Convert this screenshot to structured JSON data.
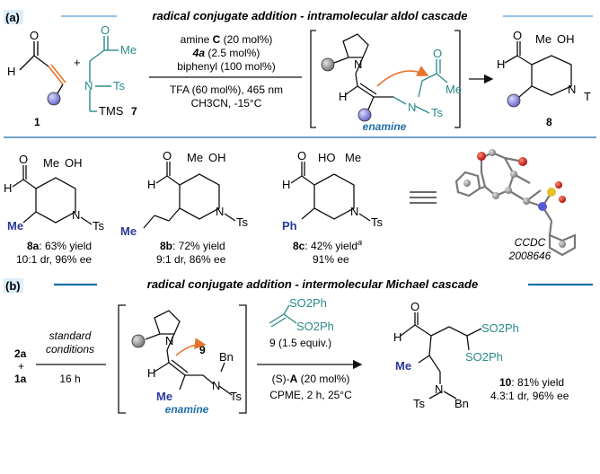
{
  "panel_a": {
    "label": "(a)",
    "title": "radical conjugate addition - intramolecular aldol cascade",
    "cmpd_1": "1",
    "cmpd_7": "7",
    "tms": "TMS",
    "me": "Me",
    "n_ts": "N",
    "ts": "Ts",
    "h": "H",
    "o": "O",
    "plus": "+",
    "cond_line1": "amine C (20 mol%)",
    "cond_line1_pre": "amine ",
    "cond_line1_bold": "C",
    "cond_line1_post": " (20 mol%)",
    "cond_line2_bold": "4a",
    "cond_line2_post": " (2.5 mol%)",
    "cond_line3": "biphenyl (100 mol%)",
    "cond_line4": "TFA (60 mol%), 465 nm",
    "cond_line5": "CH3CN, -15°C",
    "enamine": "enamine",
    "product_8": "8",
    "oh": "OH",
    "t_cut": "T"
  },
  "products": [
    {
      "id": "8a",
      "yield_text": ": 63% yield",
      "line2": "10:1 dr, 96% ee",
      "sub": "Me"
    },
    {
      "id": "8b",
      "yield_text": ": 72% yield",
      "line2": "9:1 dr, 86% ee",
      "sub": "Me"
    },
    {
      "id": "8c",
      "yield_text": ": 42% yield",
      "sup": "a",
      "line2": "91% ee",
      "sub": "Ph"
    }
  ],
  "ccdc": {
    "line1": "CCDC",
    "line2": "2008646"
  },
  "labels_8c": {
    "ho": "HO",
    "me": "Me"
  },
  "panel_b": {
    "label": "(b)",
    "title": "radical conjugate addition - intermolecular Michael cascade",
    "reactant_2a": "2a",
    "plus": "+",
    "reactant_1a": "1a",
    "standard1": "standard",
    "standard2": "conditions",
    "time": "16 h",
    "cmpd_9": "9",
    "bn": "Bn",
    "enamine": "enamine",
    "so2ph": "SO2Ph",
    "reagent_9": "9 (1.5 equiv.)",
    "cat_pre": "(S)-",
    "cat_bold": "A",
    "cat_post": " (20 mol%)",
    "cond2": "CPME, 2 h, 25°C",
    "product_10_id": "10",
    "product_10_yield": ": 81% yield",
    "product_10_line2": "4.3:1 dr, 96% ee"
  },
  "colors": {
    "accent": "#1f6fa8",
    "ts_teal": "#2a8a8a",
    "substituent_purple": "#2a3a9a",
    "arrow_orange": "#e8732a",
    "sphere_purple": "#8a8ad8",
    "sphere_gray": "#9a9a9a"
  }
}
